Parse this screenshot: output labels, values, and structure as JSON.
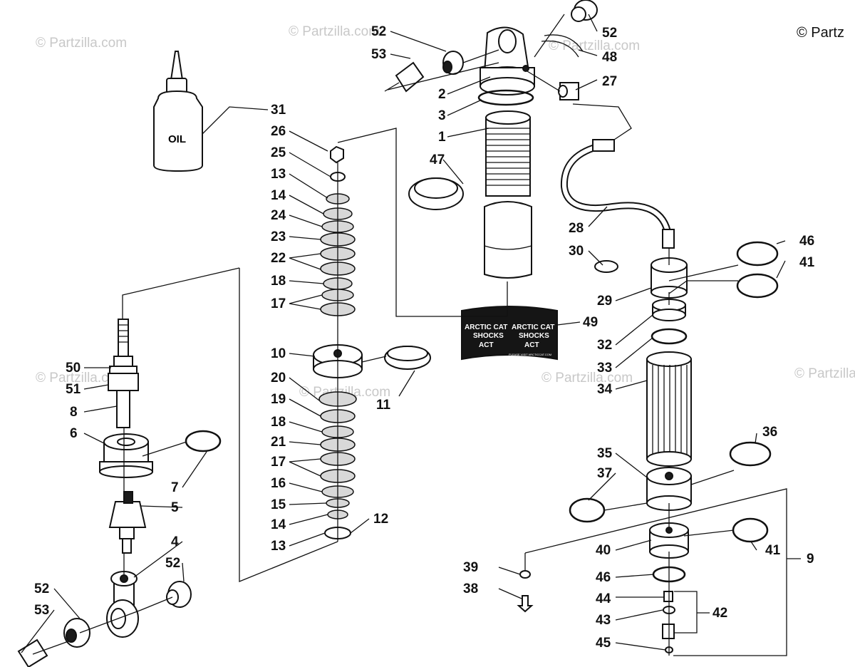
{
  "copyright": "© Partz",
  "watermark": "© Partzilla.com",
  "oil_bottle_label": "OIL",
  "decal": {
    "line1": "ARCTIC CAT",
    "line2": "SHOCKS",
    "logo": "ACT",
    "fine_print": "PLEASE VISIT ARCTICCAT.COM"
  },
  "callouts": [
    {
      "id": "c52a",
      "text": "52"
    },
    {
      "id": "c53a",
      "text": "53"
    },
    {
      "id": "c52b",
      "text": "52"
    },
    {
      "id": "c48",
      "text": "48"
    },
    {
      "id": "c27",
      "text": "27"
    },
    {
      "id": "c2",
      "text": "2"
    },
    {
      "id": "c3",
      "text": "3"
    },
    {
      "id": "c1",
      "text": "1"
    },
    {
      "id": "c47",
      "text": "47"
    },
    {
      "id": "c31",
      "text": "31"
    },
    {
      "id": "c26",
      "text": "26"
    },
    {
      "id": "c25",
      "text": "25"
    },
    {
      "id": "c13a",
      "text": "13"
    },
    {
      "id": "c14a",
      "text": "14"
    },
    {
      "id": "c24",
      "text": "24"
    },
    {
      "id": "c23",
      "text": "23"
    },
    {
      "id": "c22",
      "text": "22"
    },
    {
      "id": "c18a",
      "text": "18"
    },
    {
      "id": "c17a",
      "text": "17"
    },
    {
      "id": "c28",
      "text": "28"
    },
    {
      "id": "c30",
      "text": "30"
    },
    {
      "id": "c46a",
      "text": "46"
    },
    {
      "id": "c41a",
      "text": "41"
    },
    {
      "id": "c29",
      "text": "29"
    },
    {
      "id": "c49",
      "text": "49"
    },
    {
      "id": "c32",
      "text": "32"
    },
    {
      "id": "c33",
      "text": "33"
    },
    {
      "id": "c34",
      "text": "34"
    },
    {
      "id": "c10",
      "text": "10"
    },
    {
      "id": "c20",
      "text": "20"
    },
    {
      "id": "c19",
      "text": "19"
    },
    {
      "id": "c18b",
      "text": "18"
    },
    {
      "id": "c21",
      "text": "21"
    },
    {
      "id": "c17b",
      "text": "17"
    },
    {
      "id": "c16",
      "text": "16"
    },
    {
      "id": "c15",
      "text": "15"
    },
    {
      "id": "c14b",
      "text": "14"
    },
    {
      "id": "c13b",
      "text": "13"
    },
    {
      "id": "c12",
      "text": "12"
    },
    {
      "id": "c11",
      "text": "11"
    },
    {
      "id": "c50",
      "text": "50"
    },
    {
      "id": "c51",
      "text": "51"
    },
    {
      "id": "c8",
      "text": "8"
    },
    {
      "id": "c6",
      "text": "6"
    },
    {
      "id": "c7",
      "text": "7"
    },
    {
      "id": "c5",
      "text": "5"
    },
    {
      "id": "c4",
      "text": "4"
    },
    {
      "id": "c52c",
      "text": "52"
    },
    {
      "id": "c52d",
      "text": "52"
    },
    {
      "id": "c53b",
      "text": "53"
    },
    {
      "id": "c36",
      "text": "36"
    },
    {
      "id": "c35",
      "text": "35"
    },
    {
      "id": "c37",
      "text": "37"
    },
    {
      "id": "c9",
      "text": "9"
    },
    {
      "id": "c41b",
      "text": "41"
    },
    {
      "id": "c40",
      "text": "40"
    },
    {
      "id": "c39",
      "text": "39"
    },
    {
      "id": "c46b",
      "text": "46"
    },
    {
      "id": "c38",
      "text": "38"
    },
    {
      "id": "c44",
      "text": "44"
    },
    {
      "id": "c43",
      "text": "43"
    },
    {
      "id": "c42",
      "text": "42"
    },
    {
      "id": "c45",
      "text": "45"
    }
  ]
}
